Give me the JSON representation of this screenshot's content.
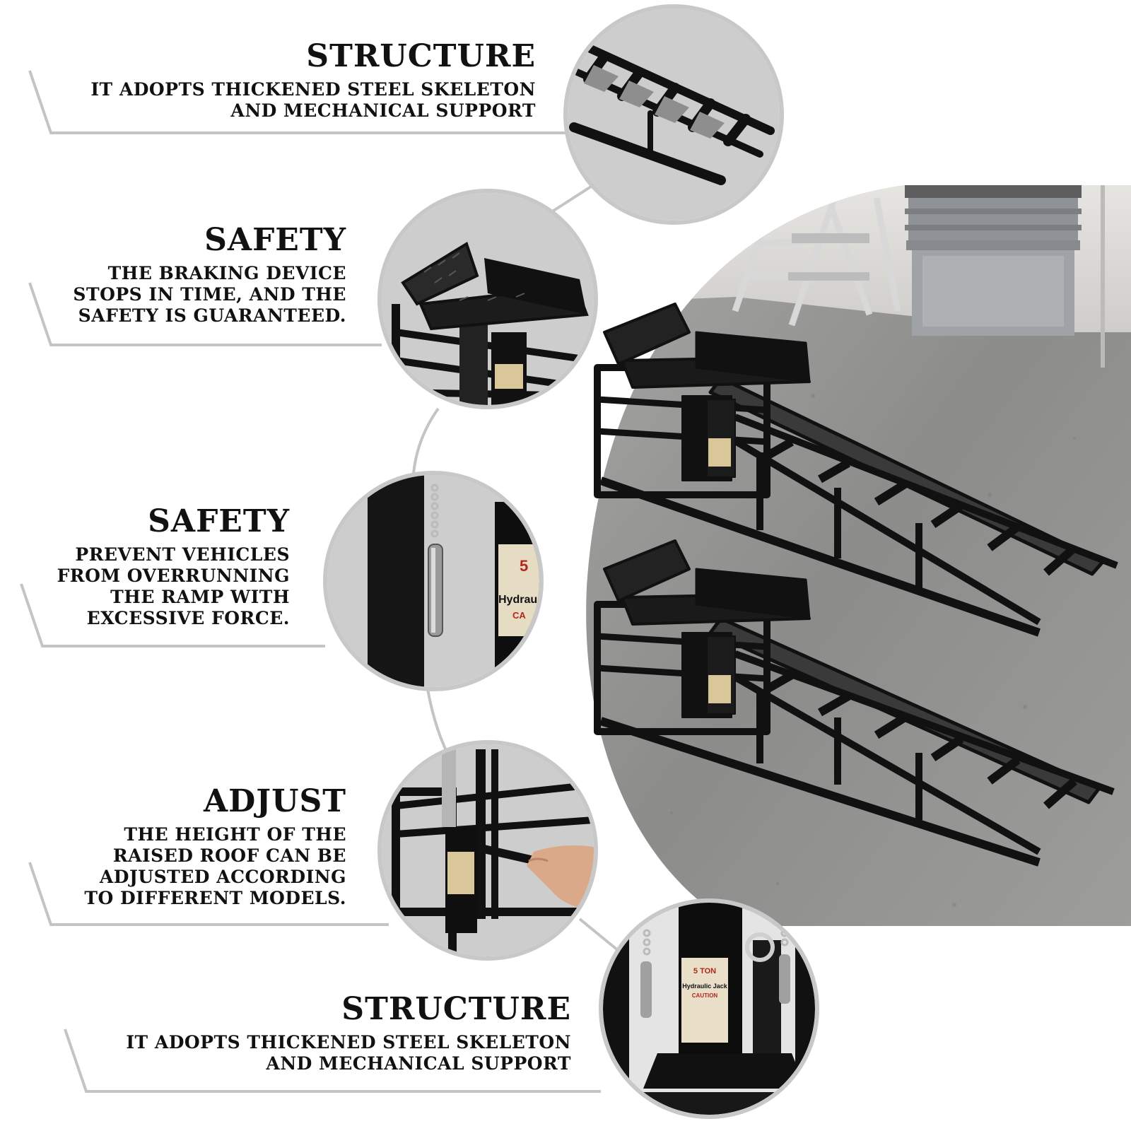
{
  "features": [
    {
      "title": "STRUCTURE",
      "lines": [
        "IT ADOPTS THICKENED STEEL SKELETON",
        "AND MECHANICAL SUPPORT"
      ]
    },
    {
      "title": "SAFETY",
      "lines": [
        "THE BRAKING DEVICE",
        "STOPS IN TIME, AND THE",
        "SAFETY IS GUARANTEED."
      ]
    },
    {
      "title": "SAFETY",
      "lines": [
        "PREVENT VEHICLES",
        "FROM OVERRUNNING",
        "THE RAMP WITH",
        "EXCESSIVE FORCE."
      ]
    },
    {
      "title": "ADJUST",
      "lines": [
        "THE HEIGHT OF THE",
        "RAISED ROOF CAN BE",
        "ADJUSTED ACCORDING",
        "TO DIFFERENT MODELS."
      ]
    },
    {
      "title": "STRUCTURE",
      "lines": [
        "IT ADOPTS THICKENED STEEL SKELETON",
        "AND MECHANICAL SUPPORT"
      ]
    }
  ],
  "jack_label": {
    "capacity": "5 TON",
    "name": "Hydraulic Jack",
    "warning": "CAUTION"
  },
  "colors": {
    "frame": "#111111",
    "callout_line": "#c4c4c4",
    "bubble_bg": "#cfcfcf",
    "floor": "#8e8e8e"
  }
}
